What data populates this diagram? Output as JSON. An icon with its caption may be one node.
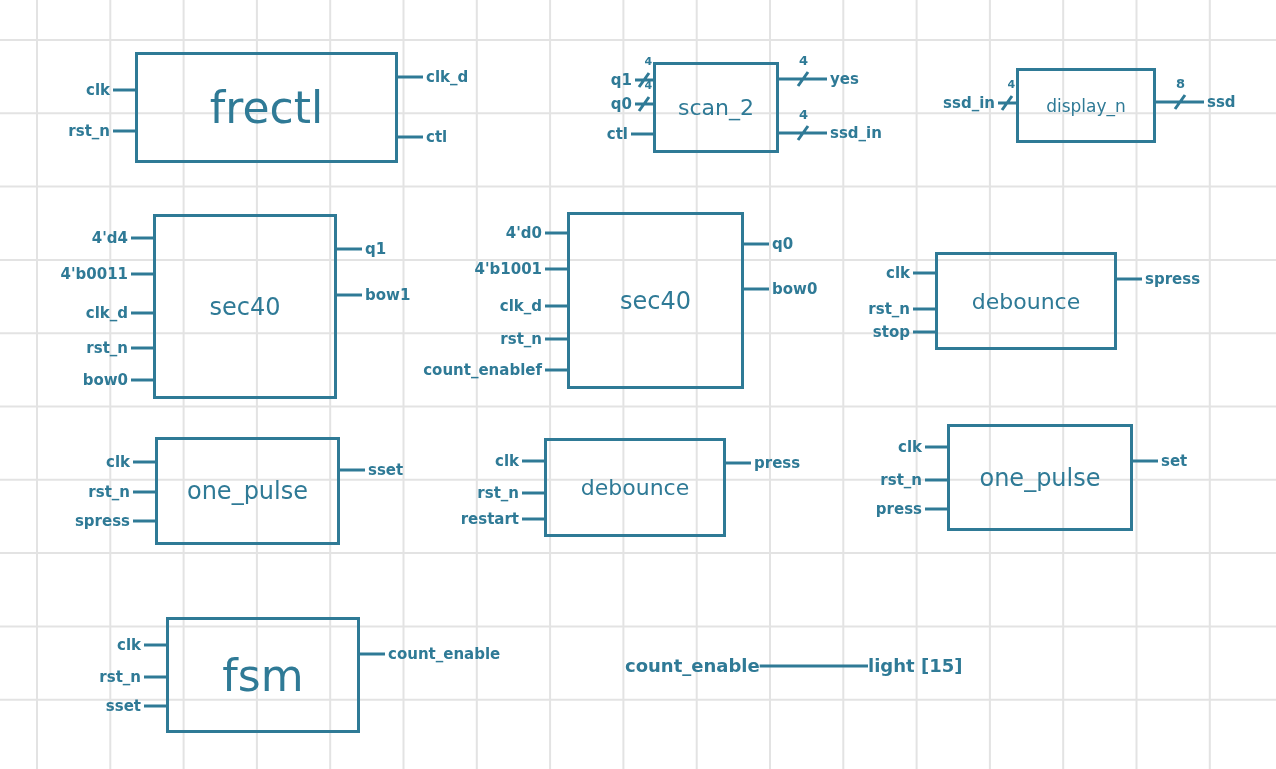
{
  "diagram": {
    "nodes": [
      {
        "text": [
          "frectl"
        ]
      },
      {
        "text": [
          "clk"
        ]
      },
      {
        "text": [
          "rst_n"
        ]
      },
      {
        "text": [
          "clk_d"
        ]
      },
      {
        "text": [
          "ctl"
        ]
      },
      {
        "text": [
          "scan_2"
        ]
      },
      {
        "text": [
          "q1"
        ]
      },
      {
        "text": [
          "q0"
        ]
      },
      {
        "text": [
          "ctl"
        ]
      },
      {
        "text": [
          "yes"
        ]
      },
      {
        "text": [
          "ssd_in"
        ]
      },
      {
        "text": [
          "display_n"
        ]
      },
      {
        "text": [
          "ssd_in"
        ]
      },
      {
        "text": [
          "ssd"
        ]
      },
      {
        "text": [
          "sec40"
        ]
      },
      {
        "text": [
          "4'd4"
        ]
      },
      {
        "text": [
          "4'b0011"
        ]
      },
      {
        "text": [
          "clk_d"
        ]
      },
      {
        "text": [
          "rst_n"
        ]
      },
      {
        "text": [
          "bow0"
        ]
      },
      {
        "text": [
          "q1"
        ]
      },
      {
        "text": [
          "bow1"
        ]
      },
      {
        "text": [
          "sec40"
        ]
      },
      {
        "text": [
          "4'd0"
        ]
      },
      {
        "text": [
          "4'b1001"
        ]
      },
      {
        "text": [
          "clk_d"
        ]
      },
      {
        "text": [
          "rst_n"
        ]
      },
      {
        "text": [
          "count_enablef"
        ]
      },
      {
        "text": [
          "q0"
        ]
      },
      {
        "text": [
          "bow0"
        ]
      },
      {
        "text": [
          "debounce"
        ]
      },
      {
        "text": [
          "clk"
        ]
      },
      {
        "text": [
          "rst_n"
        ]
      },
      {
        "text": [
          "stop"
        ]
      },
      {
        "text": [
          "spress"
        ]
      },
      {
        "text": [
          "one_pulse"
        ]
      },
      {
        "text": [
          "clk"
        ]
      },
      {
        "text": [
          "rst_n"
        ]
      },
      {
        "text": [
          "spress"
        ]
      },
      {
        "text": [
          "sset"
        ]
      },
      {
        "text": [
          "debounce"
        ]
      },
      {
        "text": [
          "clk"
        ]
      },
      {
        "text": [
          "rst_n"
        ]
      },
      {
        "text": [
          "restart"
        ]
      },
      {
        "text": [
          "press"
        ]
      },
      {
        "text": [
          "one_pulse"
        ]
      },
      {
        "text": [
          "clk"
        ]
      },
      {
        "text": [
          "rst_n"
        ]
      },
      {
        "text": [
          "press"
        ]
      },
      {
        "text": [
          "set"
        ]
      },
      {
        "text": [
          "fsm"
        ]
      },
      {
        "text": [
          "clk"
        ]
      },
      {
        "text": [
          "rst_n"
        ]
      },
      {
        "text": [
          "sset"
        ]
      },
      {
        "text": [
          "count_enable"
        ]
      },
      {
        "text": [
          "count_enable"
        ]
      },
      {
        "text": [
          "light [15]"
        ]
      }
    ],
    "edges": [
      {
        "from": 1,
        "to": 0,
        "arrow": "none"
      },
      {
        "from": 2,
        "to": 0,
        "arrow": "none"
      },
      {
        "from": 0,
        "to": 3,
        "arrow": "none"
      },
      {
        "from": 0,
        "to": 4,
        "arrow": "none"
      },
      {
        "from": 6,
        "to": 5,
        "arrow": "none",
        "label": "4"
      },
      {
        "from": 7,
        "to": 5,
        "arrow": "none",
        "label": "4"
      },
      {
        "from": 8,
        "to": 5,
        "arrow": "none"
      },
      {
        "from": 5,
        "to": 9,
        "arrow": "none",
        "label": "4"
      },
      {
        "from": 5,
        "to": 10,
        "arrow": "none",
        "label": "4"
      },
      {
        "from": 12,
        "to": 11,
        "arrow": "none",
        "label": "4"
      },
      {
        "from": 11,
        "to": 13,
        "arrow": "none",
        "label": "8"
      },
      {
        "from": 15,
        "to": 14,
        "arrow": "none"
      },
      {
        "from": 16,
        "to": 14,
        "arrow": "none"
      },
      {
        "from": 17,
        "to": 14,
        "arrow": "none"
      },
      {
        "from": 18,
        "to": 14,
        "arrow": "none"
      },
      {
        "from": 19,
        "to": 14,
        "arrow": "none"
      },
      {
        "from": 14,
        "to": 20,
        "arrow": "none"
      },
      {
        "from": 14,
        "to": 21,
        "arrow": "none"
      },
      {
        "from": 23,
        "to": 22,
        "arrow": "none"
      },
      {
        "from": 24,
        "to": 22,
        "arrow": "none"
      },
      {
        "from": 25,
        "to": 22,
        "arrow": "none"
      },
      {
        "from": 26,
        "to": 22,
        "arrow": "none"
      },
      {
        "from": 27,
        "to": 22,
        "arrow": "none"
      },
      {
        "from": 22,
        "to": 28,
        "arrow": "none"
      },
      {
        "from": 22,
        "to": 29,
        "arrow": "none"
      },
      {
        "from": 31,
        "to": 30,
        "arrow": "none"
      },
      {
        "from": 32,
        "to": 30,
        "arrow": "none"
      },
      {
        "from": 33,
        "to": 30,
        "arrow": "none"
      },
      {
        "from": 30,
        "to": 34,
        "arrow": "none"
      },
      {
        "from": 36,
        "to": 35,
        "arrow": "none"
      },
      {
        "from": 37,
        "to": 35,
        "arrow": "none"
      },
      {
        "from": 38,
        "to": 35,
        "arrow": "none"
      },
      {
        "from": 35,
        "to": 39,
        "arrow": "none"
      },
      {
        "from": 41,
        "to": 40,
        "arrow": "none"
      },
      {
        "from": 42,
        "to": 40,
        "arrow": "none"
      },
      {
        "from": 43,
        "to": 40,
        "arrow": "none"
      },
      {
        "from": 40,
        "to": 44,
        "arrow": "none"
      },
      {
        "from": 46,
        "to": 45,
        "arrow": "none"
      },
      {
        "from": 47,
        "to": 45,
        "arrow": "none"
      },
      {
        "from": 48,
        "to": 45,
        "arrow": "none"
      },
      {
        "from": 45,
        "to": 49,
        "arrow": "none"
      },
      {
        "from": 51,
        "to": 50,
        "arrow": "none"
      },
      {
        "from": 52,
        "to": 50,
        "arrow": "none"
      },
      {
        "from": 53,
        "to": 50,
        "arrow": "none"
      },
      {
        "from": 50,
        "to": 54,
        "arrow": "none"
      },
      {
        "from": 55,
        "to": 56,
        "arrow": "none"
      }
    ]
  }
}
